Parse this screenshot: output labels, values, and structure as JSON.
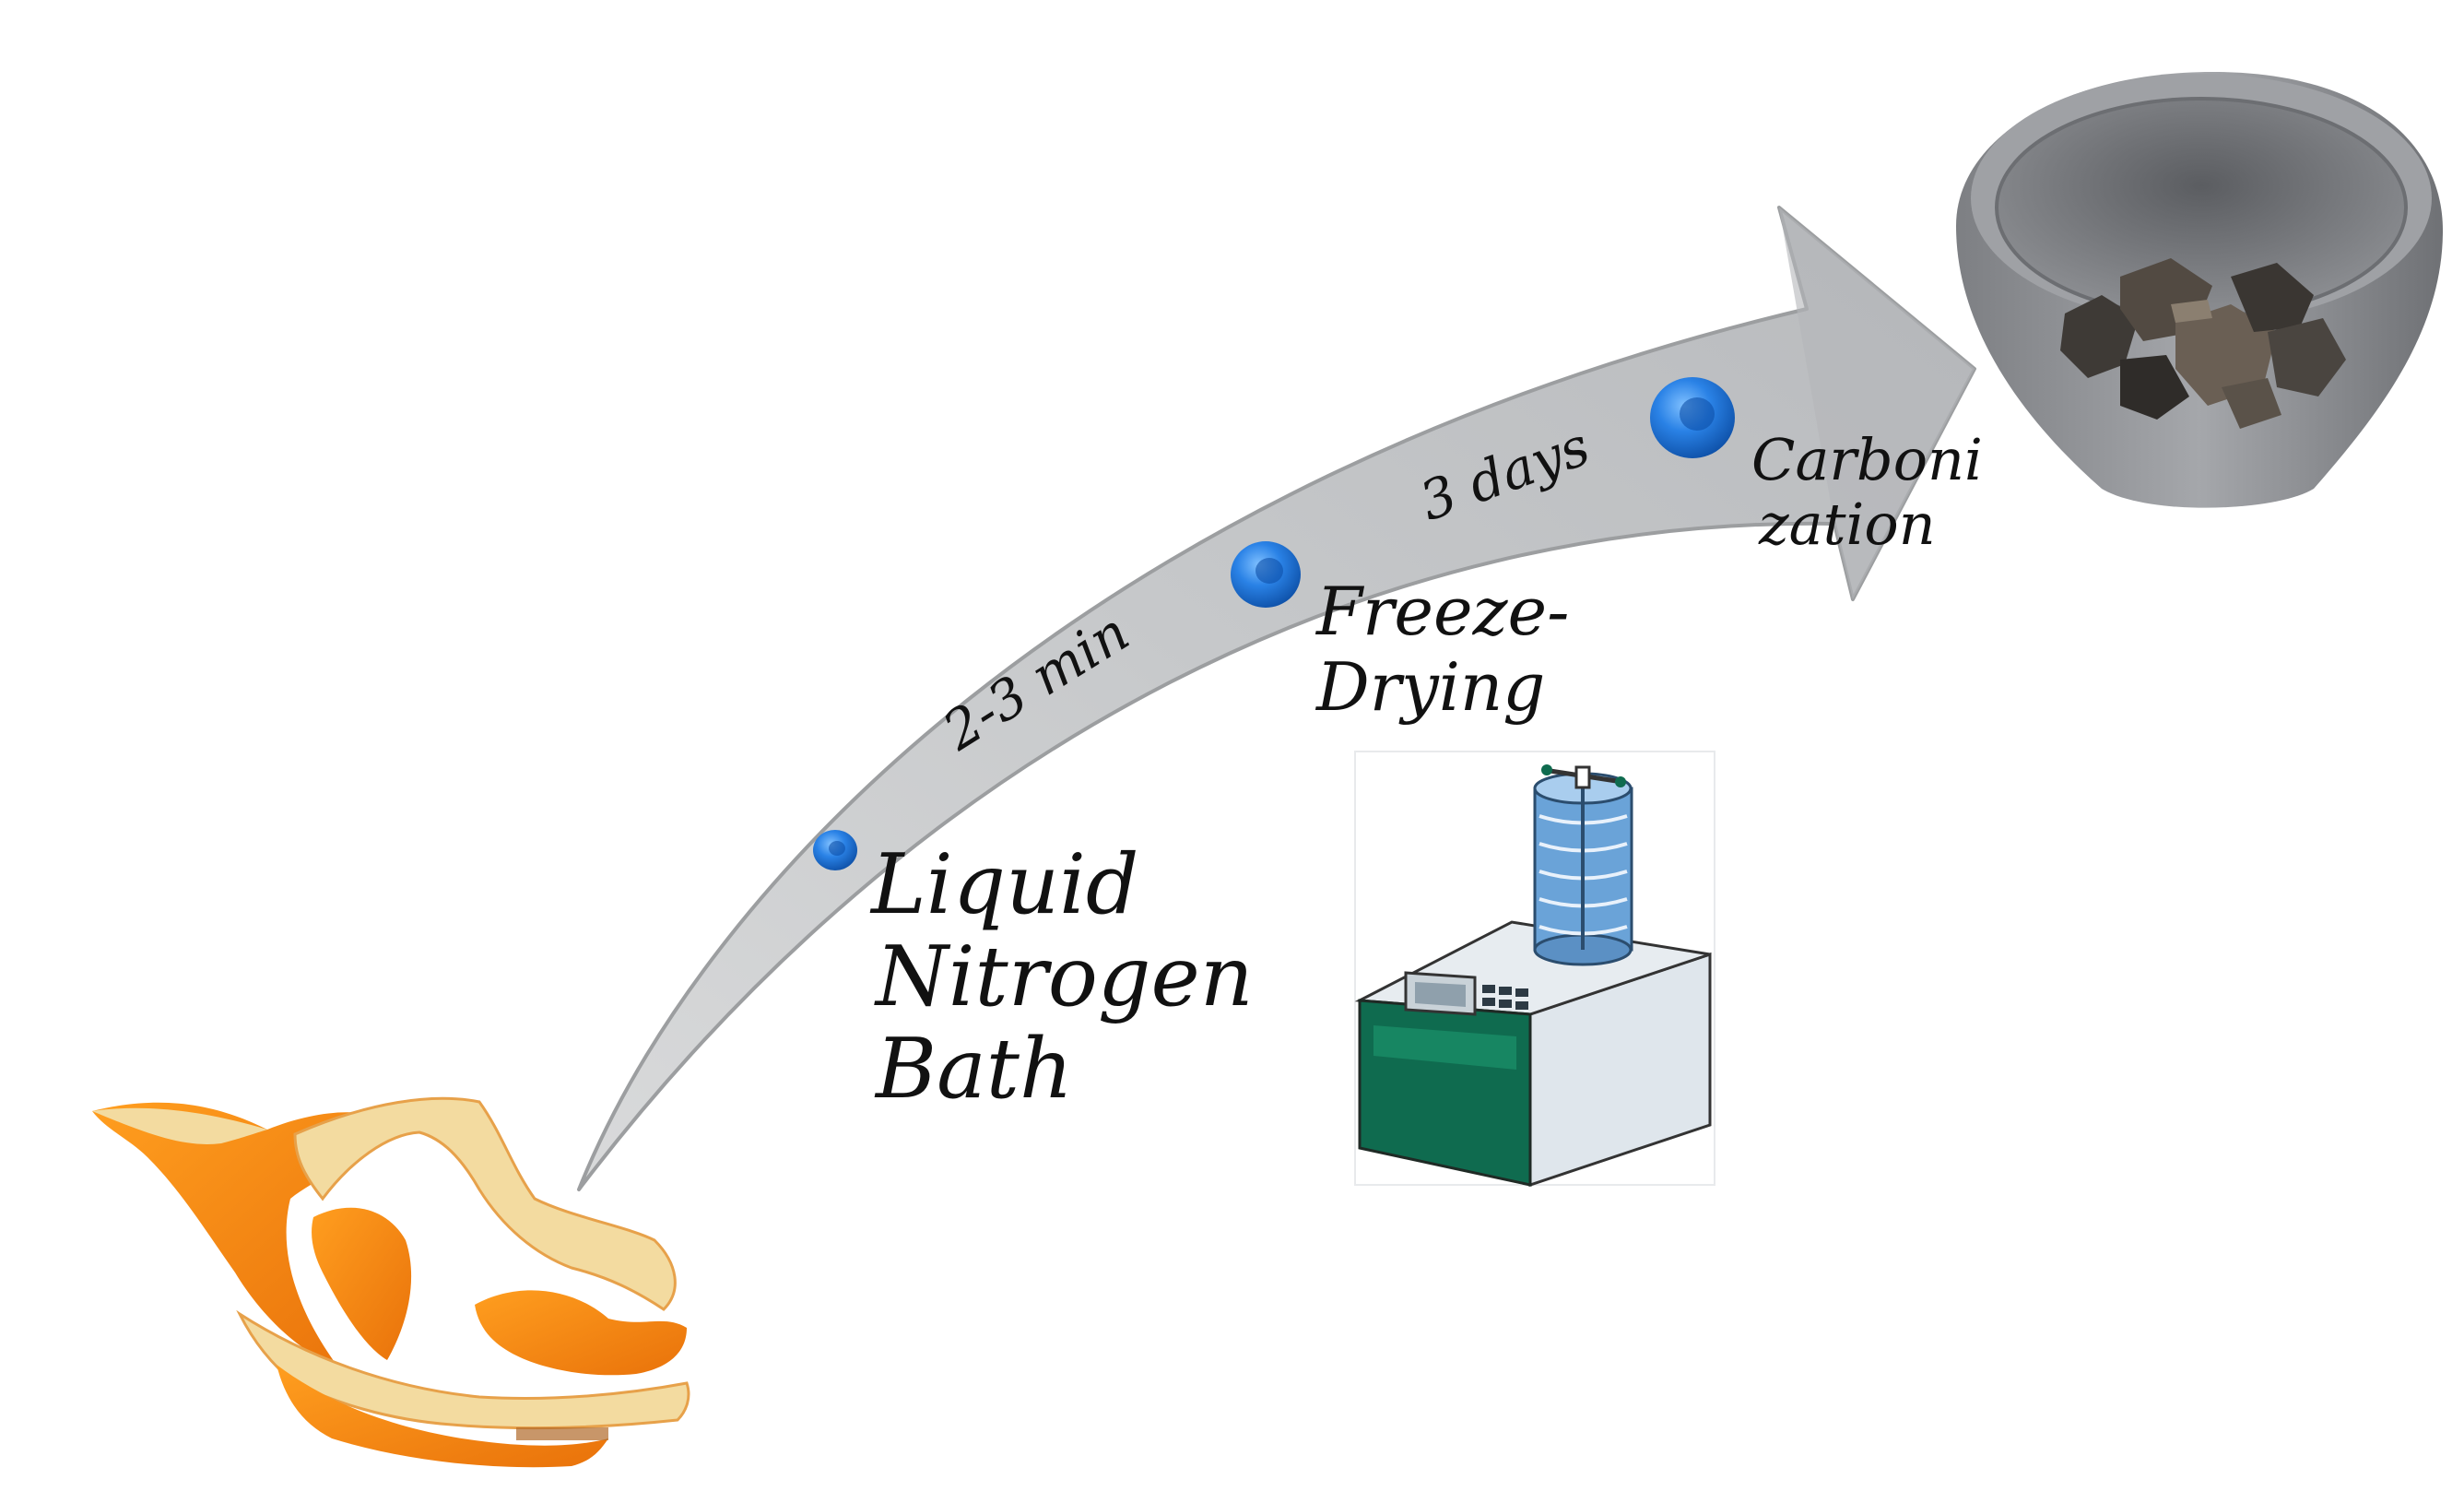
{
  "steps": {
    "liquid_nitrogen": {
      "line1": "Liquid",
      "line2": "Nitrogen",
      "line3": "Bath"
    },
    "freeze_drying": {
      "line1": "Freeze-",
      "line2": "Drying"
    },
    "carbonization": {
      "line1": "Carboni",
      "line2": "zation"
    }
  },
  "durations": {
    "nitrogen_to_freeze": "2-3 min",
    "freeze_to_carbon": "3 days"
  },
  "colors": {
    "arrow_fill": "#c2c4c6",
    "arrow_edge": "#9c9ea0",
    "marker_blue": "#1f6fd1",
    "peel_orange": "#f58a12",
    "peel_pith": "#f3dba0",
    "crucible_grey": "#8d8f93",
    "machine_green": "#0f6b4f",
    "machine_white": "#dfe6ec",
    "chamber_blue": "#6aa3d8"
  },
  "icons": [
    "orange-peel-icon",
    "freeze-dryer-icon",
    "crucible-icon"
  ]
}
